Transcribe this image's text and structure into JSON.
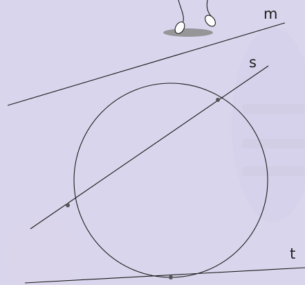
{
  "diagram": {
    "labels": {
      "line_m": "m",
      "line_s": "s",
      "line_t": "t"
    },
    "colors": {
      "background": "#d9d5ec",
      "ink": "#1a1a1a",
      "point": "#555555",
      "figure_fill": "#ffffff",
      "figure_shadow": "#8a8a8a"
    },
    "description_icons": [
      "cartoon-feet-icon"
    ]
  }
}
